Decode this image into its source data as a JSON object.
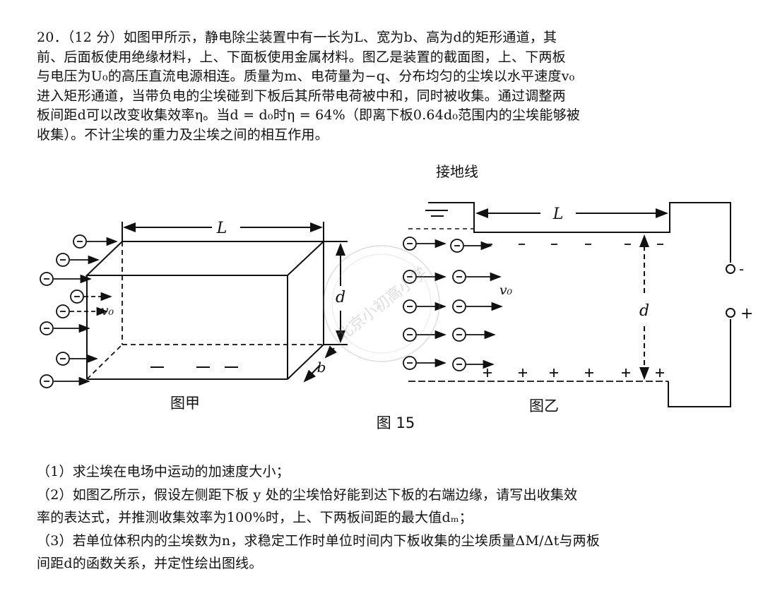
{
  "problem": {
    "lines": [
      "20．（12 分）如图甲所示，静电除尘装置中有一长为L、宽为b、高为d的矩形通道，其",
      "前、后面板使用绝缘材料，上、下面板使用金属材料。图乙是装置的截面图，上、下两板",
      "与电压为U₀的高压直流电源相连。质量为m、电荷量为−q、分布均匀的尘埃以水平速度v₀",
      "进入矩形通道，当带负电的尘埃碰到下板后其所带电荷被中和，同时被收集。通过调整两",
      "板间距d可以改变收集效率η。当d = d₀时η = 64%（即离下板0.64d₀范围内的尘埃能够被",
      "收集）。不计尘埃的重力及尘埃之间的相互作用。"
    ]
  },
  "figure": {
    "fig_a_caption": "图甲",
    "fig_b_caption": "图乙",
    "main_caption": "图 15",
    "ground_label": "接地线",
    "label_L": "L",
    "label_d": "d",
    "label_b": "b",
    "label_v0": "v₀",
    "terminal_minus": "-",
    "terminal_plus": "+",
    "watermark": "北京小初高小学"
  },
  "questions": {
    "lines": [
      "（1）求尘埃在电场中运动的加速度大小；",
      "（2）如图乙所示，假设左侧距下板 y 处的尘埃恰好能到达下板的右端边缘，请写出收集效",
      "率的表达式，并推测收集效率为100%时，上、下两板间距的最大值dₘ；",
      "（3）若单位体积内的尘埃数为n，求稳定工作时单位时间内下板收集的尘埃质量ΔM/Δt与两板",
      "间距d的函数关系，并定性绘出图线。"
    ]
  }
}
